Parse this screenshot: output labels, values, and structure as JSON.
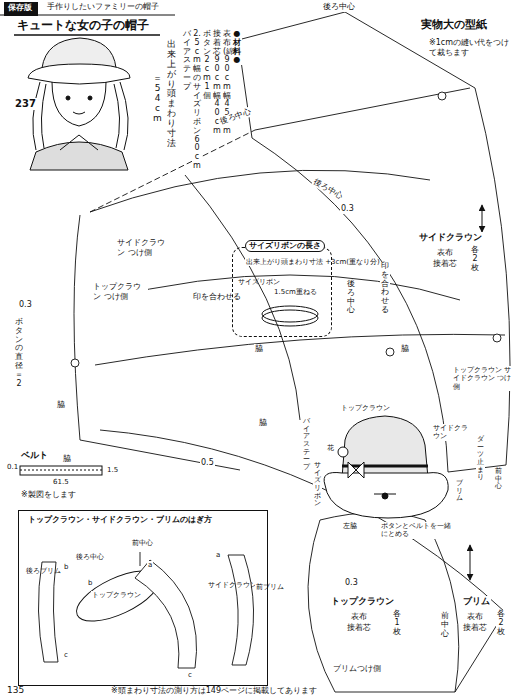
{
  "diagram": {
    "title": "キュートな女の子の帽子",
    "nodes": [
      {
        "text": [
          "保存版"
        ]
      },
      {
        "text": [
          "サイズリボンの長さ",
          "出来上がり頭まわり寸法 +3cm(重なり分)",
          "1.5cm重ねる",
          "サイズリボン"
        ]
      },
      {
        "text": [
          "トップクラウン・サイドクラウン・ブリムのはぎ方",
          "前中心",
          "後ろ中心",
          "後ろブリム",
          "b",
          "b",
          "トップクラウン",
          "a",
          "サイドクラウン",
          "a",
          "前ブリム",
          "c",
          "c"
        ]
      }
    ],
    "labels": [
      "手作りしたいファミリーの帽子",
      "出来上がり頭まわり寸法",
      "＝54cm",
      "●材料●",
      "表布(綿)90cm幅45cm",
      "接着芯90cm幅40cm",
      "ボタン2cm1個",
      "2.5cm幅のサイズリボン60cm",
      "バイアステープ",
      "237",
      "実物大の型紙",
      "※1cmの縫い代をつけて裁ちます",
      "後ろ中心",
      "後ろ中心",
      "後ろ中心",
      "0.3",
      "サイドクラウン つけ側",
      "トップクラウン つけ側",
      "0.3",
      "印を合わせる",
      "印を合わせる",
      "後ろ中心",
      "サイドクラウン",
      "表布",
      "接着芯",
      "各2枚",
      "脇",
      "脇",
      "トップクラウン サイドクラウン つけ側",
      "ボタンの直径＝2",
      "脇",
      "脇",
      "ベルト",
      "0.1",
      "1.5",
      "61.5",
      "※製図をします",
      "脇",
      "0.5",
      "トップクラウン",
      "バイアステープ",
      "花",
      "サイズリボン",
      "サイドクラウン",
      "ダーツ止まり",
      "ブリム",
      "前中心",
      "左脇",
      "ボタンとベルトを一緒にとめる",
      "0.3",
      "トップクラウン",
      "表布",
      "接着芯",
      "各1枚",
      "前中心",
      "ブリムつけ側",
      "ブリム",
      "表布",
      "接着芯",
      "各2枚",
      "135",
      "※頭まわり寸法の測り方は149ページに掲載してあります"
    ]
  }
}
